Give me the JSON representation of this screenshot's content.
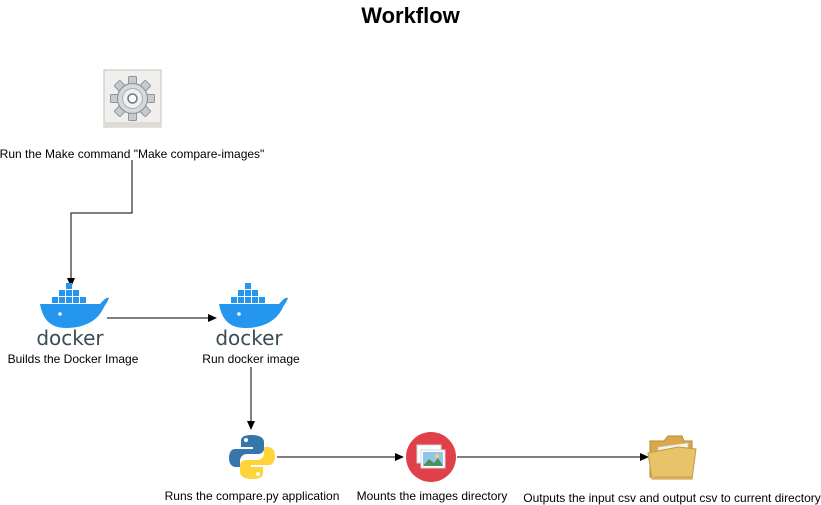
{
  "diagram": {
    "title": "Workflow",
    "nodes": {
      "make": {
        "label": "Run the Make command \"Make compare-images\"",
        "icon": "gear-icon"
      },
      "build": {
        "label": "Builds the Docker Image",
        "icon": "docker-logo",
        "logo_text": "docker"
      },
      "run": {
        "label": "Run docker image",
        "icon": "docker-logo",
        "logo_text": "docker"
      },
      "python": {
        "label": "Runs the compare.py application",
        "icon": "python-logo"
      },
      "mount": {
        "label": "Mounts the images directory",
        "icon": "image-icon"
      },
      "output": {
        "label": "Outputs the input csv and output csv to current directory",
        "icon": "folder-icon"
      }
    },
    "edges": [
      {
        "from": "make",
        "to": "build"
      },
      {
        "from": "build",
        "to": "run"
      },
      {
        "from": "run",
        "to": "python"
      },
      {
        "from": "python",
        "to": "mount"
      },
      {
        "from": "mount",
        "to": "output"
      }
    ],
    "colors": {
      "docker_blue": "#2496ED",
      "docker_text": "#394D54",
      "python_blue": "#3776AB",
      "python_yellow": "#FFD43B",
      "image_red": "#E0404A",
      "folder_tan": "#E8C36A",
      "gear_gray": "#9CA3A8"
    }
  }
}
